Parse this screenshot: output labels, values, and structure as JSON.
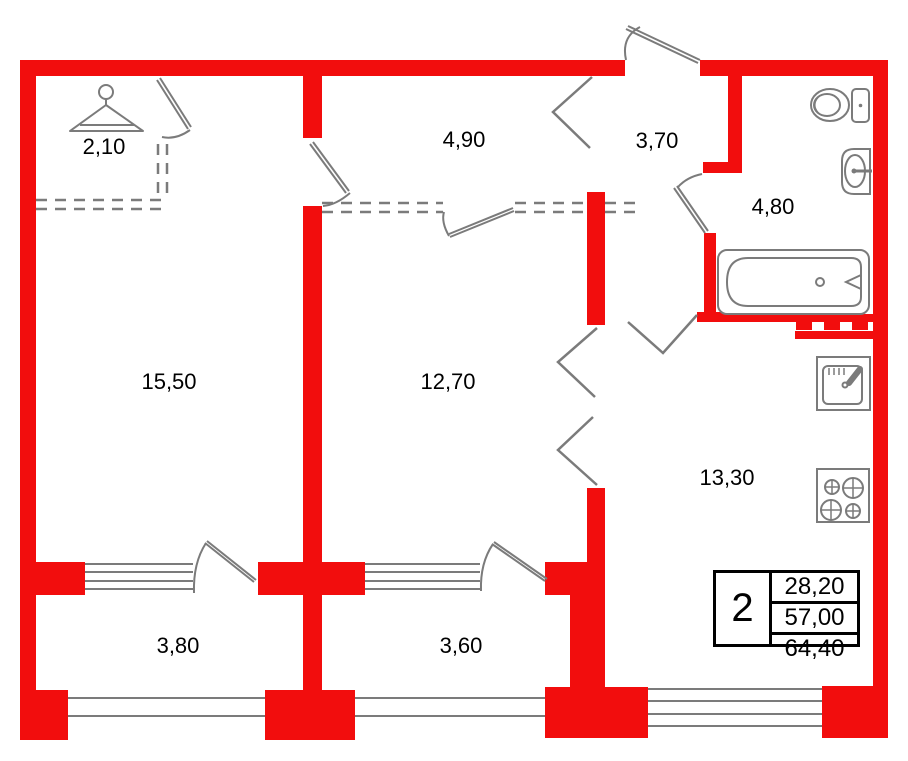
{
  "plan": {
    "rooms": [
      {
        "id": "wardrobe",
        "area": "2,10"
      },
      {
        "id": "hallway",
        "area": "4,90"
      },
      {
        "id": "entry",
        "area": "3,70"
      },
      {
        "id": "bathroom",
        "area": "4,80"
      },
      {
        "id": "living-room",
        "area": "15,50"
      },
      {
        "id": "bedroom",
        "area": "12,70"
      },
      {
        "id": "kitchen",
        "area": "13,30"
      },
      {
        "id": "balcony-left",
        "area": "3,80"
      },
      {
        "id": "balcony-right",
        "area": "3,60"
      }
    ],
    "summary": {
      "rooms_count": "2",
      "living_area": "28,20",
      "floor_area": "57,00",
      "total_area": "64,40"
    },
    "fixtures": [
      "hanger-icon",
      "toilet-icon",
      "washbasin-icon",
      "bathtub-icon",
      "kitchen-sink-icon",
      "stove-icon"
    ]
  },
  "colors": {
    "wall": "#f20d0d",
    "line": "#7b7b7b",
    "text": "#000000",
    "background": "#ffffff"
  }
}
